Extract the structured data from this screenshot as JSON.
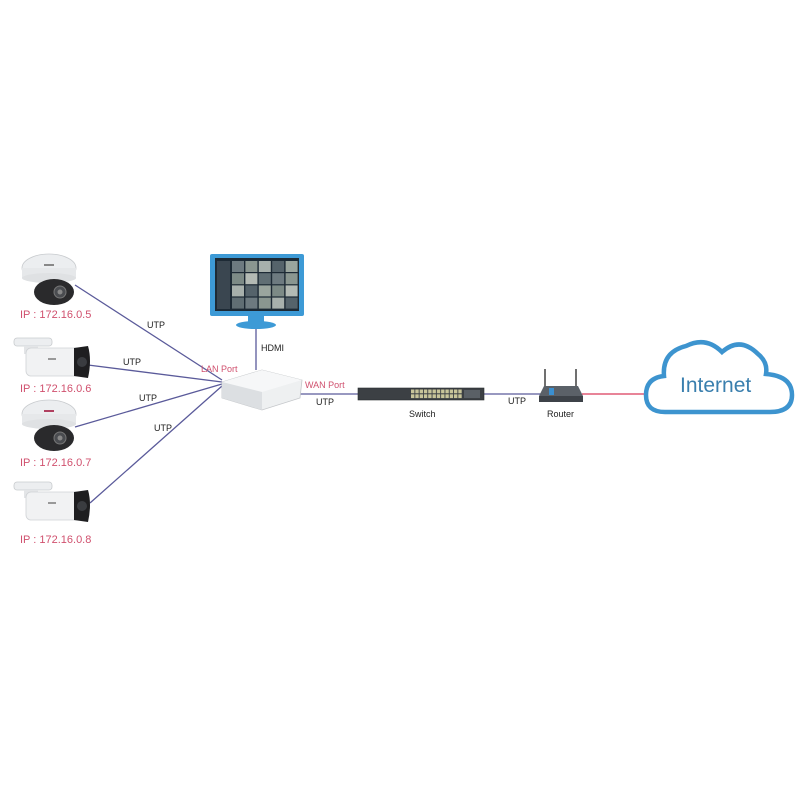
{
  "colors": {
    "cable_utp": "#5a5a9a",
    "cable_wan_internet": "#d93a5a",
    "ip_label": "#d0506e",
    "port_label": "#d0506e",
    "cloud": "#3d94cf",
    "internet_text": "#3a7fae",
    "monitor_frame": "#3d9ad6",
    "background": "#ffffff"
  },
  "cameras": [
    {
      "type": "dome",
      "ip_label": "IP : 172.16.0.5",
      "cable_label": "UTP"
    },
    {
      "type": "bullet",
      "ip_label": "IP : 172.16.0.6",
      "cable_label": "UTP"
    },
    {
      "type": "dome",
      "ip_label": "IP : 172.16.0.7",
      "cable_label": "UTP"
    },
    {
      "type": "bullet",
      "ip_label": "IP : 172.16.0.8",
      "cable_label": "UTP"
    }
  ],
  "nvr": {
    "lan_port_label": "LAN Port",
    "wan_port_label": "WAN Port"
  },
  "monitor": {
    "cable_label": "HDMI"
  },
  "links": {
    "nvr_to_switch_label": "UTP",
    "switch_to_router_label": "UTP"
  },
  "switch": {
    "label": "Switch"
  },
  "router": {
    "label": "Router"
  },
  "cloud": {
    "label": "Internet"
  }
}
